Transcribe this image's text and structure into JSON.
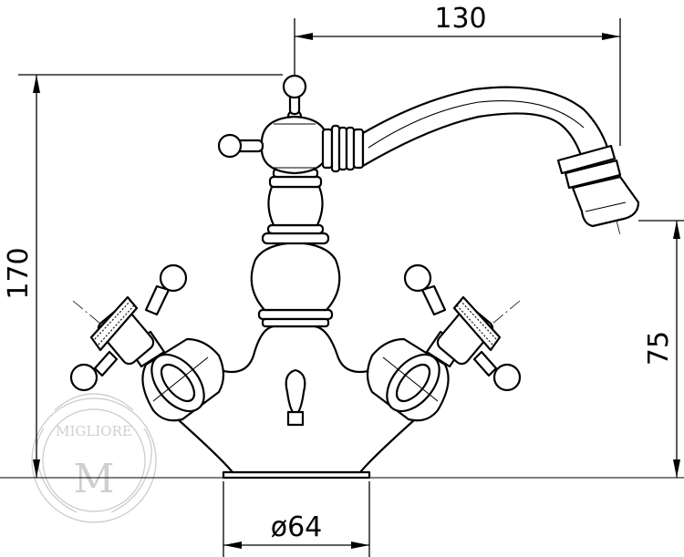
{
  "drawing": {
    "subject": "bidet mixer tap with cross handles and swivel spout",
    "dimensions": {
      "width_top": "130",
      "height_total": "170",
      "spout_height": "75",
      "base_diameter": "ø64"
    },
    "watermark": {
      "text": "MIGLIORE",
      "monogram": "M"
    }
  }
}
